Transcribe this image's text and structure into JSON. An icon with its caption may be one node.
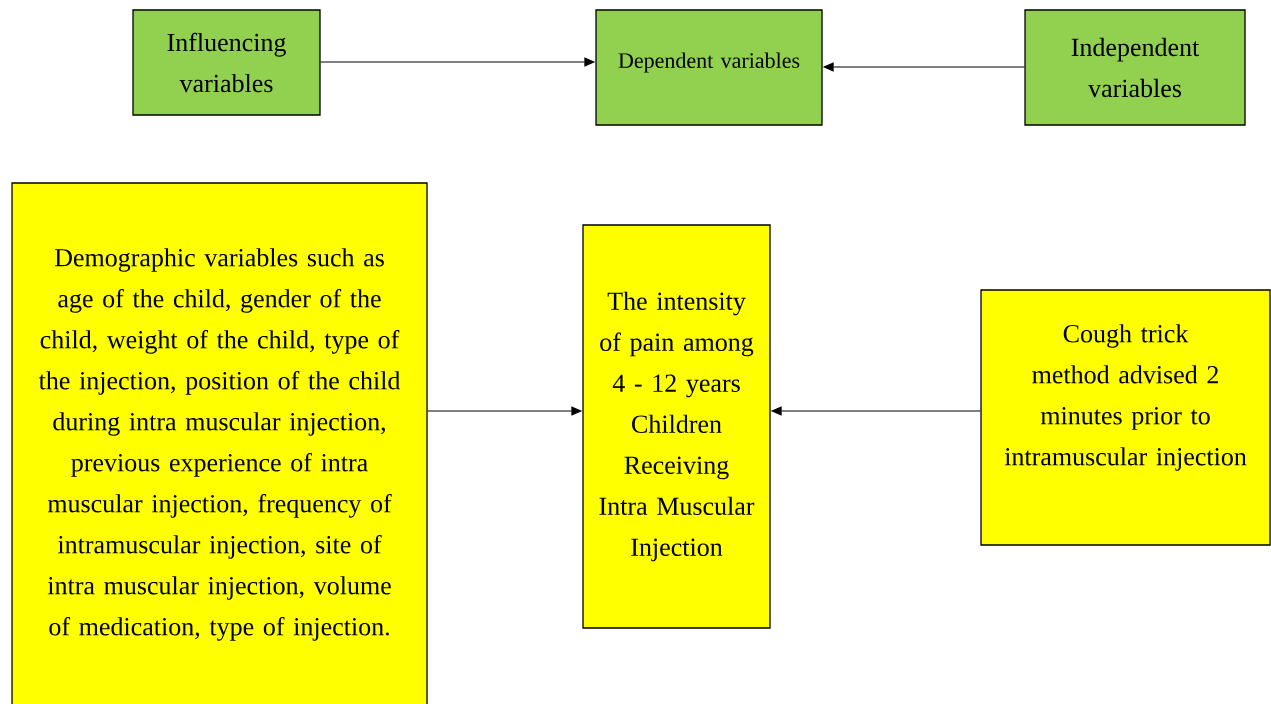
{
  "diagram": {
    "nodes": [
      {
        "text": [
          "Influencing variables"
        ]
      },
      {
        "text": [
          "Dependent variables"
        ]
      },
      {
        "text": [
          "Independent variables"
        ]
      },
      {
        "text": [
          "Demographic variables such as age of the child, gender of the child, weight of the child, type of the injection, position of the child during intra muscular injection, previous experience of intra muscular injection, frequency of intramuscular injection, site of intra muscular injection, volume of medication, type of injection."
        ]
      },
      {
        "text": [
          "The intensity of pain among 4 - 12 years Children Receiving Intra Muscular Injection"
        ]
      },
      {
        "text": [
          "Cough trick method advised 2 minutes prior to intramuscular injection"
        ]
      }
    ],
    "edges": [
      {
        "from": 0,
        "to": 1,
        "arrow": "to"
      },
      {
        "from": 2,
        "to": 1,
        "arrow": "to"
      },
      {
        "from": 3,
        "to": 4,
        "arrow": "to"
      },
      {
        "from": 5,
        "to": 4,
        "arrow": "to"
      }
    ]
  }
}
